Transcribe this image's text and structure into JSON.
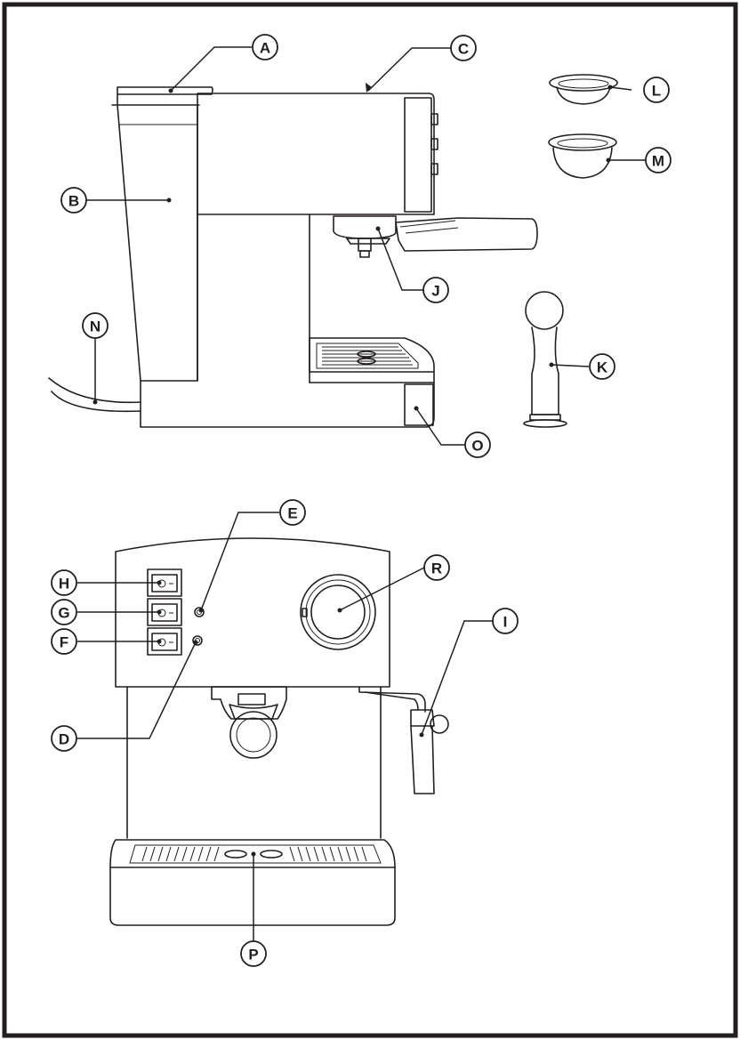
{
  "labels": {
    "A": "A",
    "B": "B",
    "C": "C",
    "D": "D",
    "E": "E",
    "F": "F",
    "G": "G",
    "H": "H",
    "I": "I",
    "J": "J",
    "K": "K",
    "L": "L",
    "M": "M",
    "N": "N",
    "O": "O",
    "P": "P",
    "R": "R"
  },
  "colors": {
    "ink": "#231f20",
    "paper": "#ffffff"
  }
}
